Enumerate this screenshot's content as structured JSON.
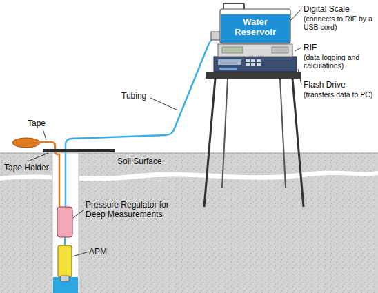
{
  "diagram": {
    "nodes": [
      {
        "text": [
          "Water Reservoir"
        ]
      }
    ],
    "labels": [
      "Digital Scale",
      "(connects to RIF by a USB cord)",
      "RIF",
      "(data logging and calculations)",
      "Flash Drive",
      "(transfers data to PC)",
      "Tape",
      "Tubing",
      "Soil Surface",
      "Tape Holder",
      "Pressure Regulator for Deep Measurements",
      "APM"
    ]
  }
}
